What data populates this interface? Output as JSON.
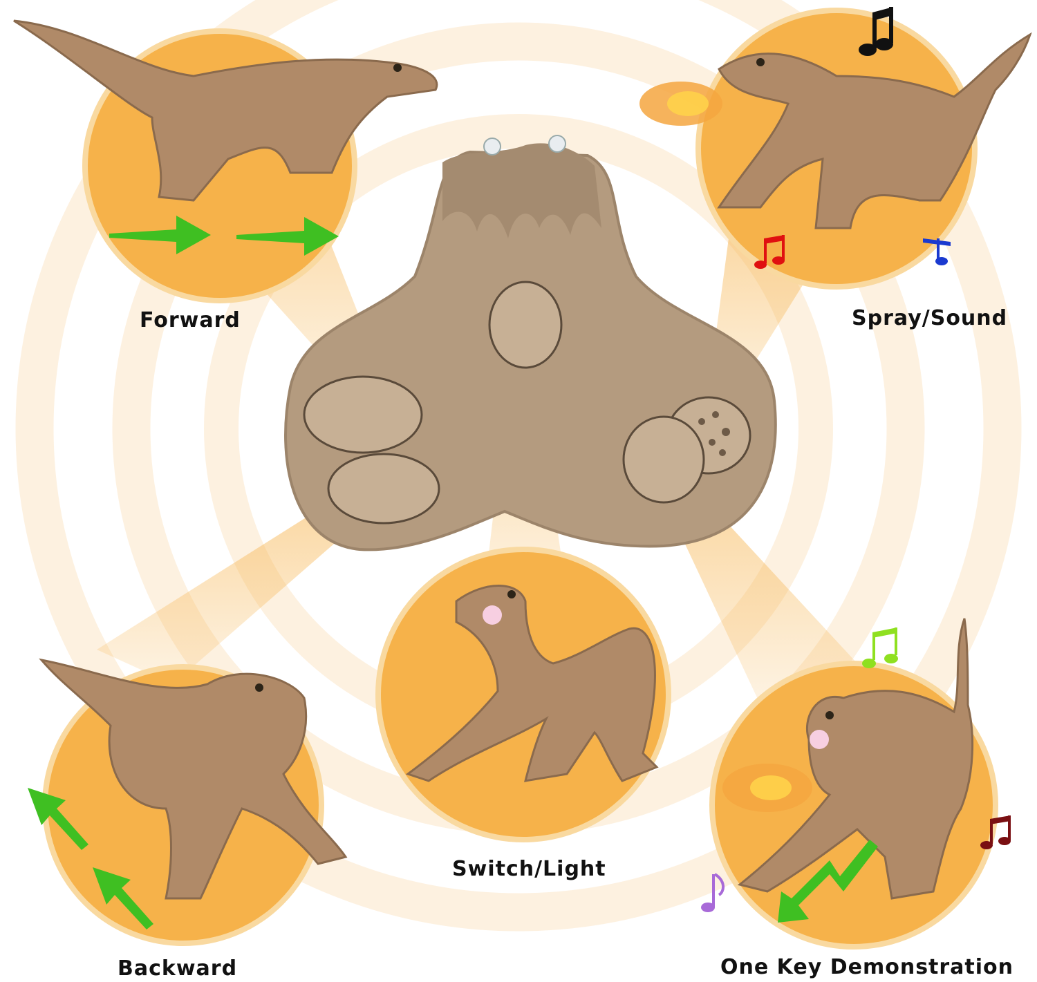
{
  "colors": {
    "panel_orange": "#f6b24a",
    "ring_cream": "#fbe6c6",
    "controller_tan": "#b49b7f",
    "dino_tan": "#b08a68",
    "arrow_green": "#3fbf22"
  },
  "panels": {
    "forward": {
      "label": "Forward",
      "icon": "green-forward-arrows"
    },
    "spray_sound": {
      "label": "Spray/Sound",
      "icon": "music-note-icons"
    },
    "backward": {
      "label": "Backward",
      "icon": "green-backward-arrows"
    },
    "switch_light": {
      "label": "Switch/Light",
      "icon": "glowing-eye-light"
    },
    "demo": {
      "label": "One Key Demonstration",
      "icon": "zigzag-green-arrow"
    }
  },
  "controller": {
    "buttons": [
      "fossil-raptor-button",
      "fossil-stegosaurus-button",
      "footprint-button",
      "egg-button",
      "cracked-egg-button"
    ]
  }
}
